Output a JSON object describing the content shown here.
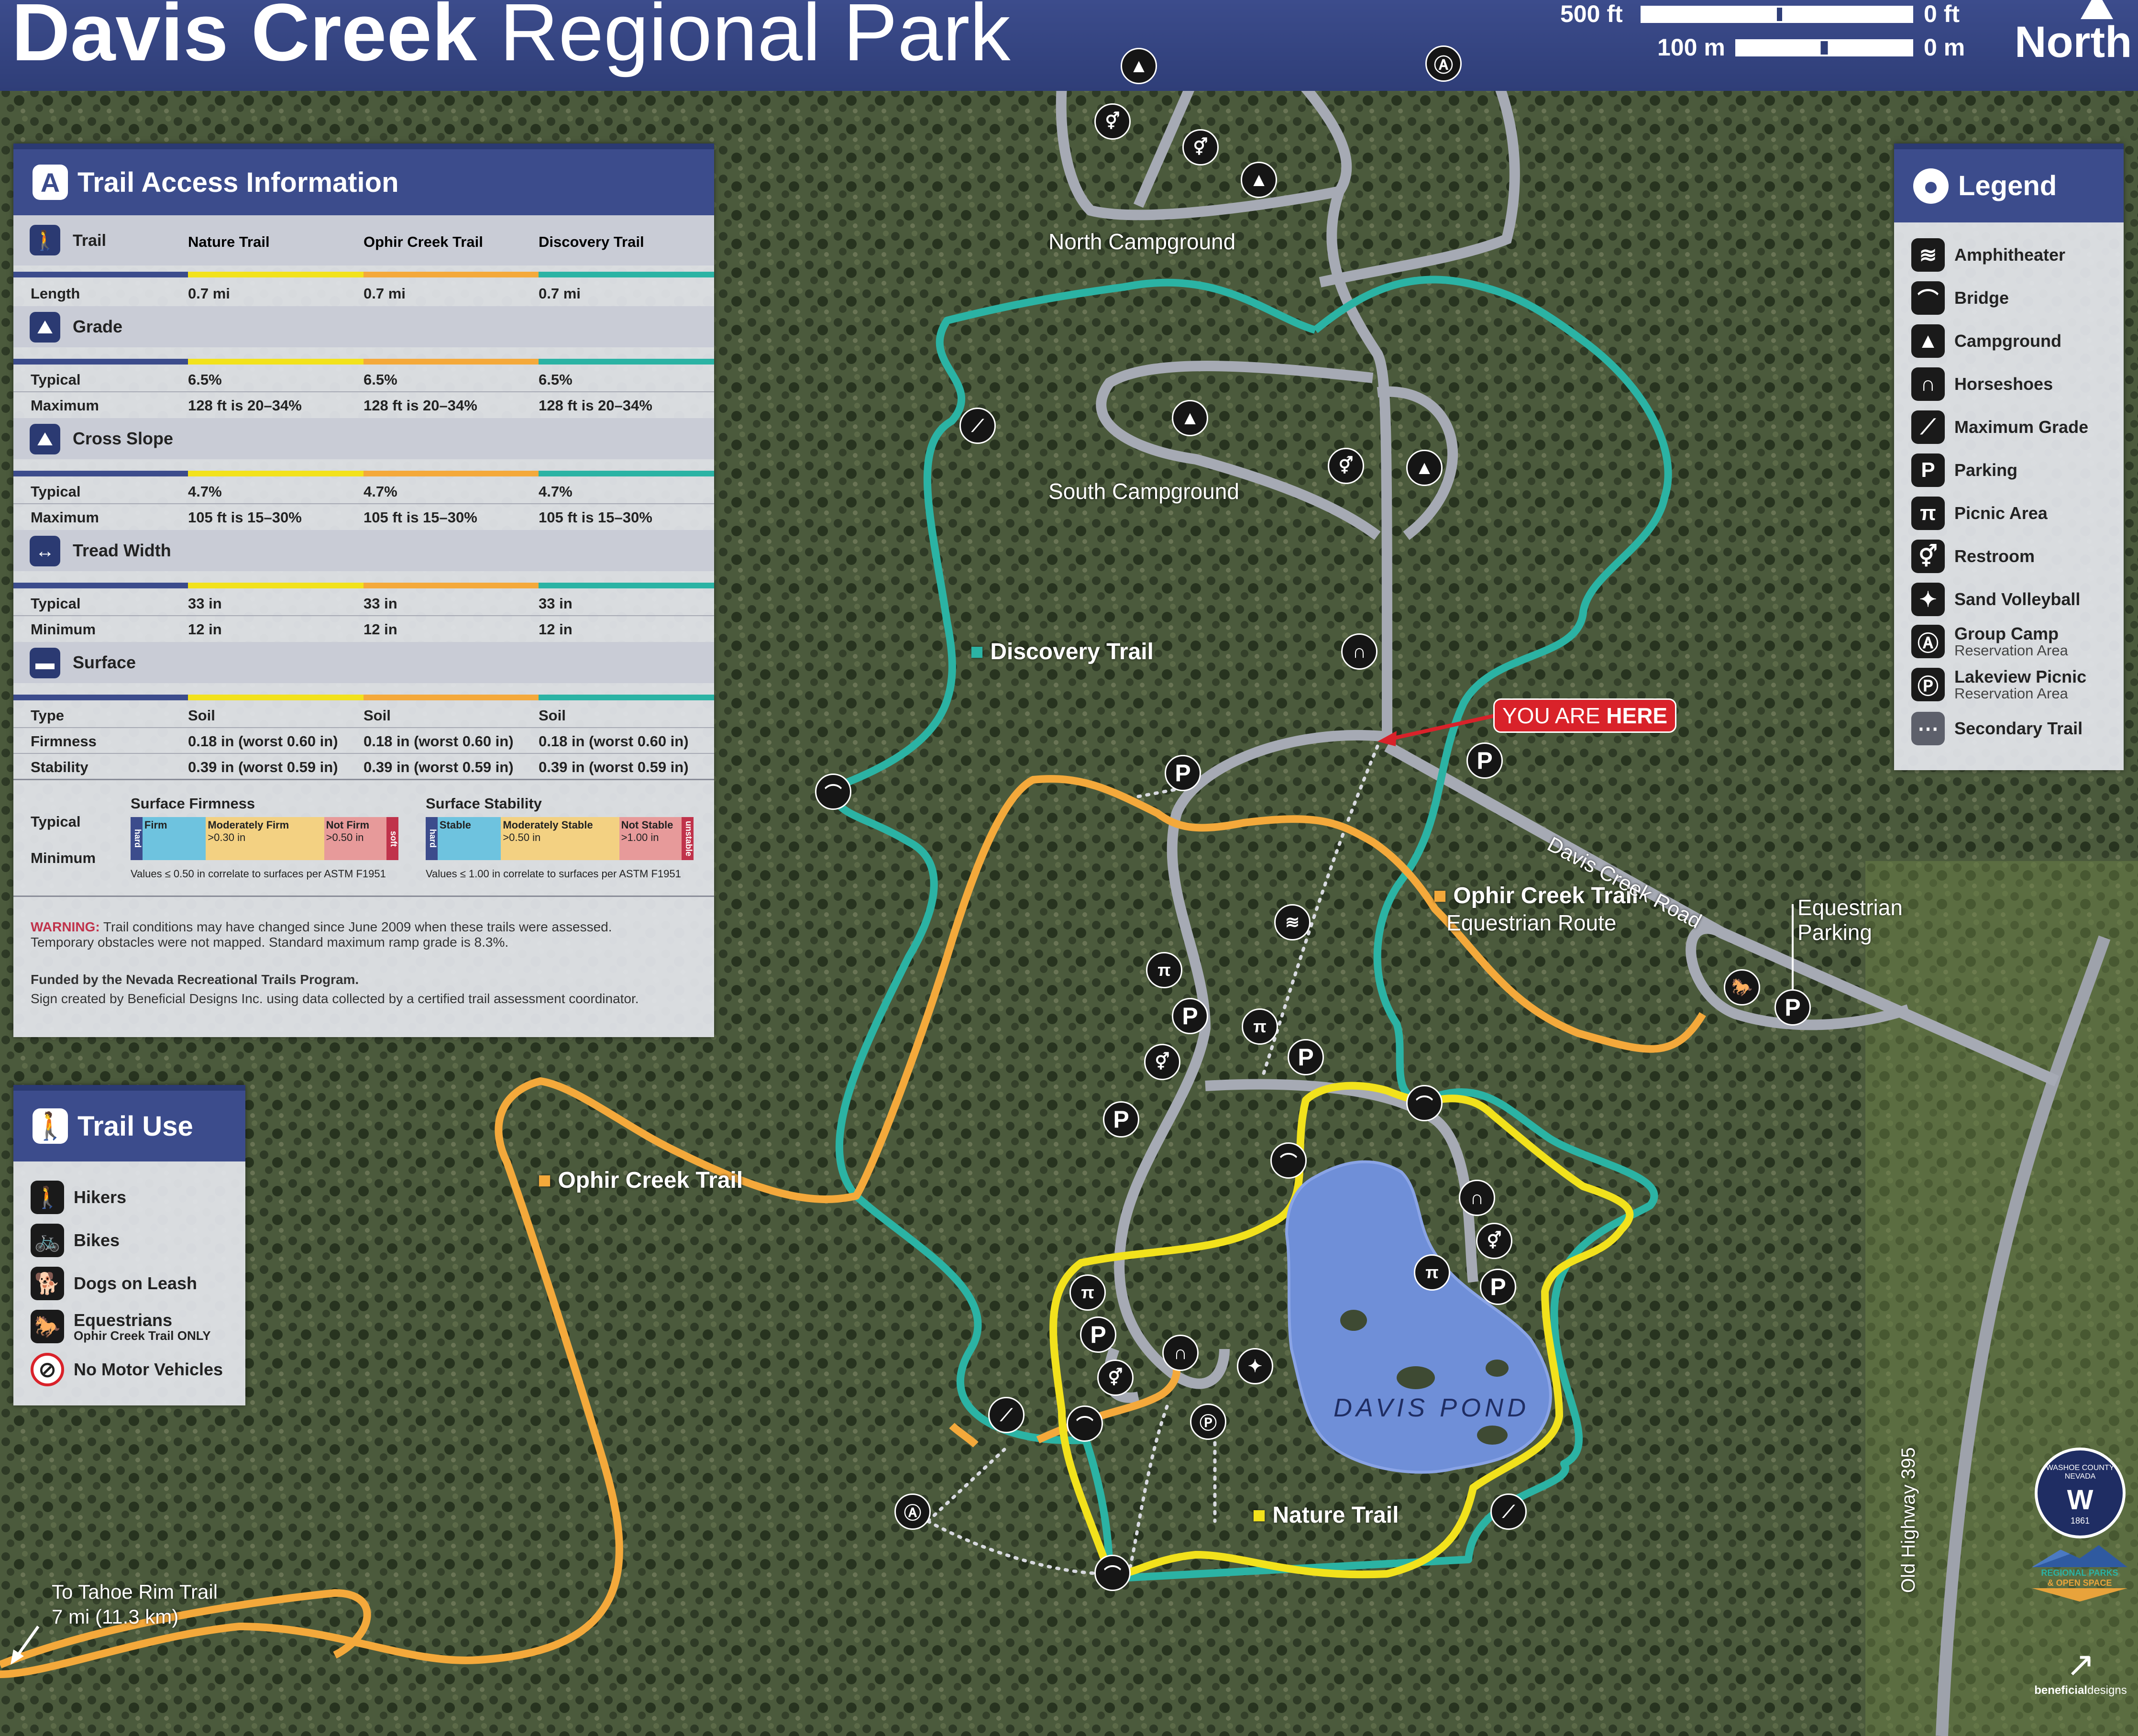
{
  "title": {
    "bold": "Davis Creek",
    "regular": " Regional Park"
  },
  "scale": {
    "ft_label": "500 ft",
    "ft_zero": "0 ft",
    "m_label": "100 m",
    "m_zero": "0 m"
  },
  "north_label": "North",
  "trail_access": {
    "heading": "Trail Access Information",
    "header_row": {
      "label": "Trail",
      "cols": [
        "Nature Trail",
        "Ophir Creek Trail",
        "Discovery Trail"
      ]
    },
    "trail_colors": [
      "#f2e21c",
      "#f4a93b",
      "#2bb3a4"
    ],
    "length": {
      "label": "Length",
      "values": [
        "0.7 mi",
        "0.7 mi",
        "0.7 mi"
      ]
    },
    "grade": {
      "label": "Grade",
      "typical_label": "Typical",
      "typical": [
        "6.5%",
        "6.5%",
        "6.5%"
      ],
      "maximum_label": "Maximum",
      "maximum": [
        "128 ft is 20–34%",
        "128 ft is 20–34%",
        "128 ft is 20–34%"
      ]
    },
    "cross_slope": {
      "label": "Cross Slope",
      "typical_label": "Typical",
      "typical": [
        "4.7%",
        "4.7%",
        "4.7%"
      ],
      "maximum_label": "Maximum",
      "maximum": [
        "105 ft is 15–30%",
        "105 ft is 15–30%",
        "105 ft is 15–30%"
      ]
    },
    "tread_width": {
      "label": "Tread Width",
      "typical_label": "Typical",
      "typical": [
        "33 in",
        "33 in",
        "33 in"
      ],
      "minimum_label": "Minimum",
      "minimum": [
        "12 in",
        "12 in",
        "12 in"
      ]
    },
    "surface": {
      "label": "Surface",
      "type_label": "Type",
      "type": [
        "Soil",
        "Soil",
        "Soil"
      ],
      "firmness_label": "Firmness",
      "firmness": [
        "0.18 in (worst 0.60 in)",
        "0.18 in (worst 0.60 in)",
        "0.18 in (worst 0.60 in)"
      ],
      "stability_label": "Stability",
      "stability": [
        "0.39 in (worst 0.59 in)",
        "0.39 in (worst 0.59 in)",
        "0.39 in (worst 0.59 in)"
      ]
    },
    "scales": {
      "typical_label": "Typical",
      "minimum_label": "Minimum",
      "firmness": {
        "title": "Surface Firmness",
        "left": "hard",
        "right": "soft",
        "seg1": "Firm",
        "seg2": "Moderately Firm",
        "seg2_sub": ">0.30 in",
        "seg3": "Not Firm",
        "seg3_sub": ">0.50 in",
        "note": "Values ≤ 0.50 in correlate to surfaces per ASTM F1951"
      },
      "stability": {
        "title": "Surface Stability",
        "left": "hard",
        "right": "unstable",
        "seg1": "Stable",
        "seg2": "Moderately Stable",
        "seg2_sub": ">0.50 in",
        "seg3": "Not Stable",
        "seg3_sub": ">1.00 in",
        "note": "Values ≤ 1.00 in correlate to surfaces per ASTM F1951"
      }
    },
    "warning_label": "WARNING:",
    "warning_text": " Trail conditions may have changed since June 2009 when these trails were assessed.",
    "warning_text2": "Temporary obstacles were not mapped. Standard maximum ramp grade is 8.3%.",
    "funded": "Funded by the Nevada Recreational Trails Program.",
    "credit": "Sign created by Beneficial Designs Inc. using data collected by a certified trail assessment coordinator."
  },
  "trail_use": {
    "heading": "Trail Use",
    "items": [
      {
        "icon": "hiker-icon",
        "label": "Hikers"
      },
      {
        "icon": "bike-icon",
        "label": "Bikes"
      },
      {
        "icon": "dog-icon",
        "label": "Dogs on Leash"
      },
      {
        "icon": "horse-icon",
        "label": "Equestrians",
        "sub": "Ophir Creek Trail ONLY"
      },
      {
        "icon": "no-motor-icon",
        "label": "No Motor Vehicles"
      }
    ]
  },
  "legend": {
    "heading": "Legend",
    "items": [
      {
        "icon": "amphitheater-icon",
        "label": "Amphitheater"
      },
      {
        "icon": "bridge-icon",
        "label": "Bridge"
      },
      {
        "icon": "campground-icon",
        "label": "Campground"
      },
      {
        "icon": "horseshoes-icon",
        "label": "Horseshoes"
      },
      {
        "icon": "maximum-grade-icon",
        "label": "Maximum Grade"
      },
      {
        "icon": "parking-icon",
        "label": "Parking"
      },
      {
        "icon": "picnic-area-icon",
        "label": "Picnic Area"
      },
      {
        "icon": "restroom-icon",
        "label": "Restroom"
      },
      {
        "icon": "sand-volleyball-icon",
        "label": "Sand Volleyball"
      },
      {
        "icon": "group-camp-icon",
        "label": "Group Camp",
        "sub": "Reservation Area"
      },
      {
        "icon": "lakeview-picnic-icon",
        "label": "Lakeview Picnic",
        "sub": "Reservation Area"
      },
      {
        "icon": "secondary-trail-icon",
        "label": "Secondary Trail"
      }
    ]
  },
  "map_labels": {
    "north_campground": "North Campground",
    "south_campground": "South Campground",
    "discovery_trail": "Discovery Trail",
    "ophir_creek_trail_east": "Ophir Creek Trail",
    "equestrian_route": "Equestrian Route",
    "ophir_creek_trail_west": "Ophir Creek Trail",
    "nature_trail": "Nature Trail",
    "davis_pond": "DAVIS POND",
    "davis_creek_road": "Davis Creek Road",
    "equestrian_parking_1": "Equestrian",
    "equestrian_parking_2": "Parking",
    "you_are": "YOU ARE ",
    "here": "HERE",
    "tahoe_1": "To Tahoe Rim Trail",
    "tahoe_2": "7 mi (11.3 km)",
    "highway": "Old Highway 395"
  },
  "logos": {
    "county": "WASHOE COUNTY NEVADA",
    "county_year": "1861",
    "parks_1": "REGIONAL PARKS",
    "parks_2": "& OPEN SPACE",
    "bd_bold": "beneficial",
    "bd_reg": "designs"
  },
  "colors": {
    "nature": "#f2e21c",
    "ophir": "#f4a93b",
    "discovery": "#2bb3a4",
    "road": "#a6aab4",
    "header": "#3c4c8c",
    "you_are_here": "#d9222a",
    "pond": "#6f8fd8"
  }
}
